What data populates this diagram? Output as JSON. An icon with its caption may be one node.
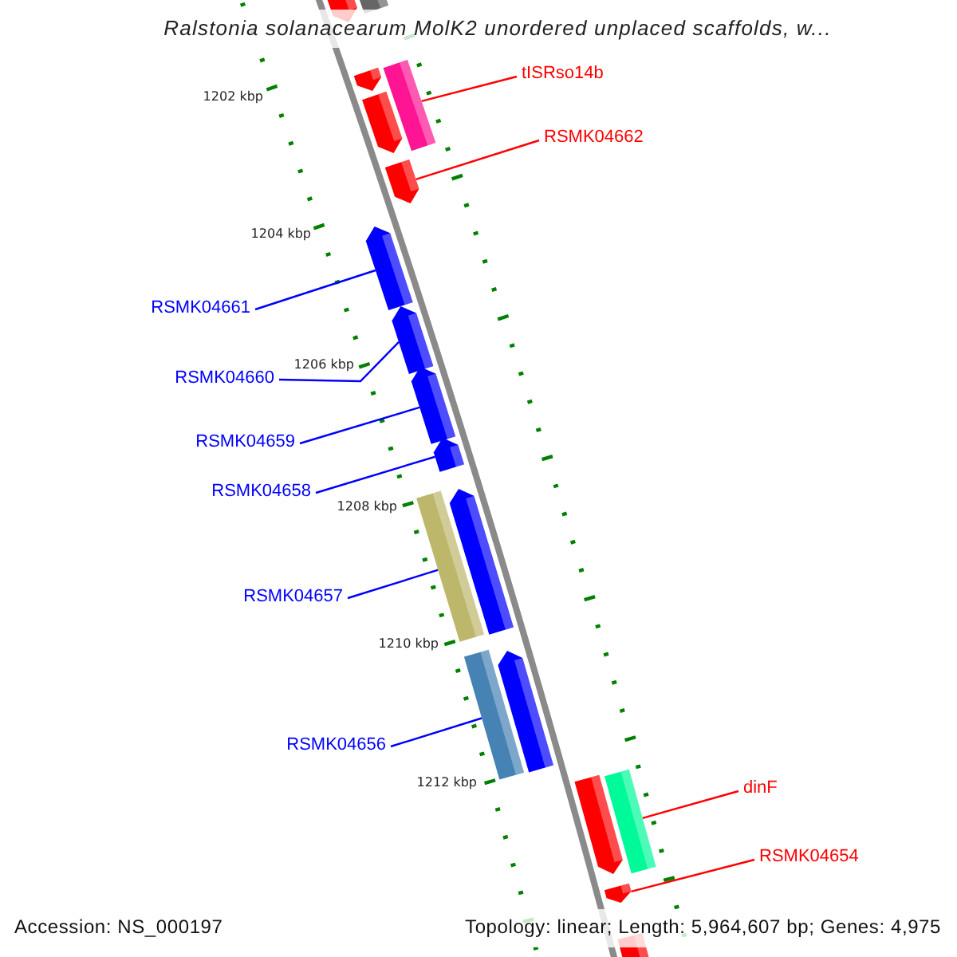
{
  "diagram": {
    "title": "Ralstonia solanacearum MolK2 unordered unplaced scaffolds, w...",
    "nodes": [
      {
        "text": [
          "tISRso14b"
        ]
      },
      {
        "text": [
          "RSMK04662"
        ]
      },
      {
        "text": [
          "RSMK04661"
        ]
      },
      {
        "text": [
          "RSMK04660"
        ]
      },
      {
        "text": [
          "RSMK04659"
        ]
      },
      {
        "text": [
          "RSMK04658"
        ]
      },
      {
        "text": [
          "RSMK04657"
        ]
      },
      {
        "text": [
          "RSMK04656"
        ]
      },
      {
        "text": [
          "dinF"
        ]
      },
      {
        "text": [
          "RSMK04654"
        ]
      },
      {
        "text": [],
        "shape": "arrow"
      },
      {
        "text": [],
        "shape": "bar"
      },
      {
        "text": [],
        "shape": "arrow"
      },
      {
        "text": [],
        "shape": "bar"
      },
      {
        "text": [],
        "shape": "arrow"
      },
      {
        "text": [],
        "shape": "arrow"
      },
      {
        "text": [],
        "shape": "arrow"
      },
      {
        "text": [],
        "shape": "arrow"
      },
      {
        "text": [],
        "shape": "arrow"
      },
      {
        "text": [],
        "shape": "arrow"
      },
      {
        "text": [],
        "shape": "arrow"
      },
      {
        "text": [],
        "shape": "bar"
      },
      {
        "text": [],
        "shape": "arrow"
      },
      {
        "text": [],
        "shape": "bar"
      },
      {
        "text": [],
        "shape": "bar"
      },
      {
        "text": [],
        "shape": "arrow"
      },
      {
        "text": [],
        "shape": "arrow"
      },
      {
        "text": [],
        "shape": "bar"
      }
    ],
    "edges": [
      {
        "from": 0,
        "to": 13,
        "arrow": "none",
        "color": "#ff0000"
      },
      {
        "from": 1,
        "to": 15,
        "arrow": "none",
        "color": "#ff0000"
      },
      {
        "from": 2,
        "to": 16,
        "arrow": "none"
      },
      {
        "from": 3,
        "to": 17,
        "arrow": "none"
      },
      {
        "from": 4,
        "to": 18,
        "arrow": "none"
      },
      {
        "from": 5,
        "to": 19,
        "arrow": "none"
      },
      {
        "from": 6,
        "to": 21,
        "arrow": "none"
      },
      {
        "from": 7,
        "to": 23,
        "arrow": "none"
      },
      {
        "from": 8,
        "to": 24,
        "arrow": "none",
        "color": "#ff0000"
      },
      {
        "from": 9,
        "to": 26,
        "arrow": "none",
        "color": "#ff0000"
      }
    ],
    "labels": [
      "1202 kbp",
      "1204 kbp",
      "1206 kbp",
      "1208 kbp",
      "1210 kbp",
      "1212 kbp",
      "Accession: NS_000197",
      "Topology: linear; Length: 5,964,607 bp; Genes: 4,975"
    ]
  }
}
